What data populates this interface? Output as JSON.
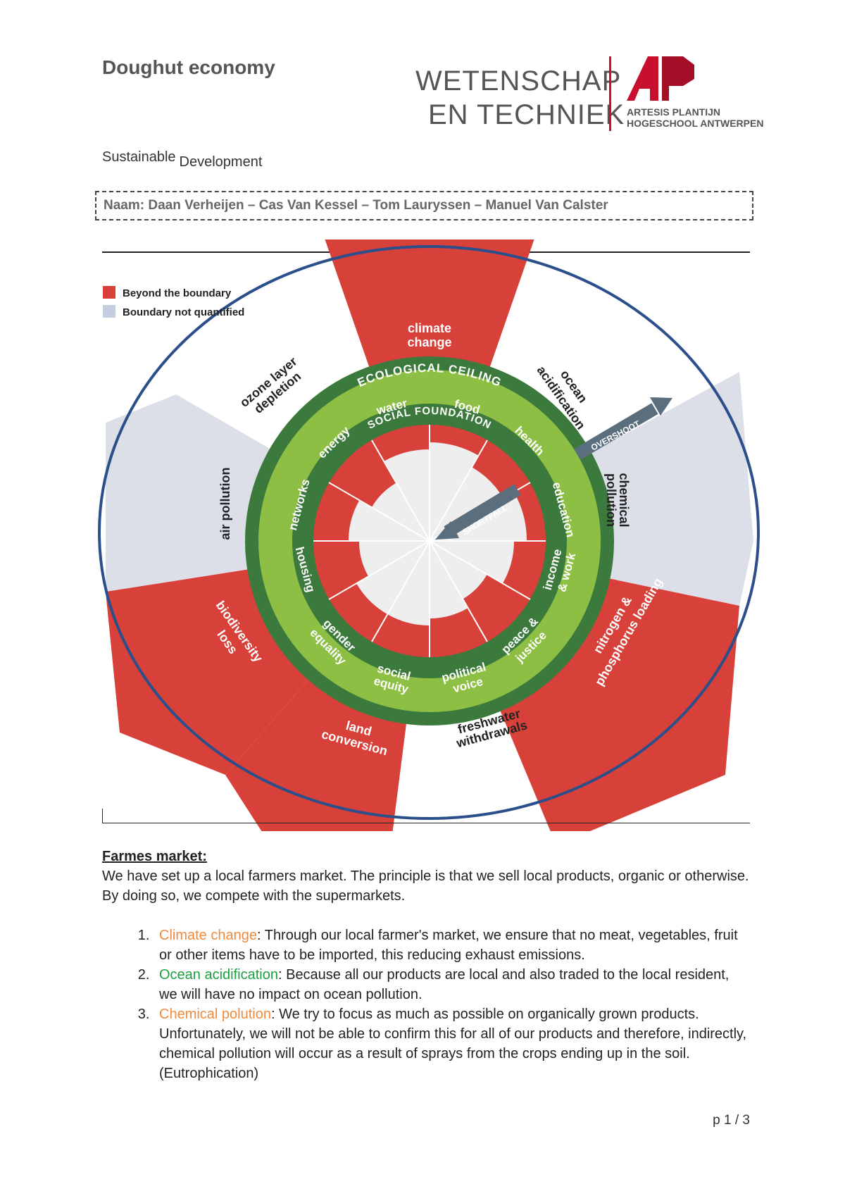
{
  "document": {
    "title": "Doughut economy",
    "subtitle_part1": "Sustainable",
    "subtitle_part2": "Development",
    "names": "Naam: Daan Verheijen – Cas Van Kessel – Tom Lauryssen – Manuel Van Calster",
    "page_number": "p 1 / 3"
  },
  "logo": {
    "line1": "WETENSCHAP",
    "line2": "EN TECHNIEK",
    "org_line1": "ARTESIS PLANTIJN",
    "org_line2": "HOGESCHOOL ANTWERPEN",
    "brand_color": "#c8102e"
  },
  "diagram": {
    "legend": [
      {
        "label": "Beyond the boundary",
        "color": "#d8403a"
      },
      {
        "label": "Boundary not quantified",
        "color": "#c5cde0"
      }
    ],
    "ring_outer_label": "ECOLOGICAL CEILING",
    "ring_inner_label": "SOCIAL FOUNDATION",
    "overshoot_label": "OVERSHOOT",
    "shortfall_label": "SHORTFALL",
    "ecological_labels": {
      "climate_change": [
        "climate",
        "change"
      ],
      "ocean_acidification": [
        "ocean",
        "acidification"
      ],
      "chemical_pollution": [
        "chemical",
        "pollution"
      ],
      "nitrogen_phosphorus": [
        "nitrogen &",
        "phosphorus loading"
      ],
      "freshwater_withdrawals": [
        "freshwater",
        "withdrawals"
      ],
      "land_conversion": [
        "land",
        "conversion"
      ],
      "biodiversity_loss": [
        "biodiversity",
        "loss"
      ],
      "air_pollution": [
        "air pollution"
      ],
      "ozone_layer_depletion": [
        "ozone layer",
        "depletion"
      ]
    },
    "social_labels": {
      "water": "water",
      "food": "food",
      "health": "health",
      "education": "education",
      "income_work": [
        "income",
        "& work"
      ],
      "peace_justice": [
        "peace &",
        "justice"
      ],
      "political_voice": [
        "political",
        "voice"
      ],
      "social_equity": [
        "social",
        "equity"
      ],
      "gender_equality": [
        "gender",
        "equality"
      ],
      "housing": "housing",
      "networks": "networks",
      "energy": "energy"
    },
    "colors": {
      "red": "#d8403a",
      "dark_green": "#3b7a3c",
      "light_green": "#8dbf45",
      "grey_blue": "#dcdfe8",
      "circle_outline": "#2b4f8a",
      "arrow": "#5a6e7e"
    }
  },
  "section": {
    "heading": "Farmes market:",
    "intro": "We have set up a local farmers market. The principle is that we sell local products, organic or otherwise. By doing so, we compete with the supermarkets.",
    "items": [
      {
        "label": "Climate change",
        "label_color": "#f08a3c",
        "text": ": Through our local farmer's market, we ensure that no meat, vegetables, fruit or other items have to be imported, this reducing exhaust emissions."
      },
      {
        "label": "Ocean acidification",
        "label_color": "#1aa040",
        "text": ": Because all our products are local and also traded to the local resident, we will have no impact on ocean pollution."
      },
      {
        "label": "Chemical polution",
        "label_color": "#f08a3c",
        "text": ": We try to focus as much as possible on organically grown products. Unfortunately, we will not be able to confirm this for all of our products and therefore, indirectly, chemical pollution will occur as a result of sprays from the crops ending up in the soil. (Eutrophication)"
      }
    ]
  }
}
